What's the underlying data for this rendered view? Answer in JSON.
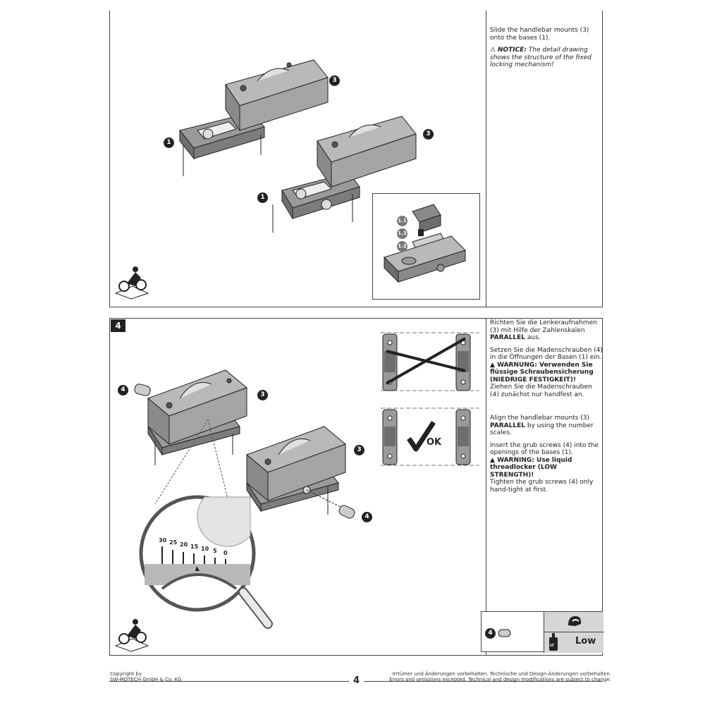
{
  "step3": {
    "text": {
      "line1": "Slide the handlebar mounts (3) onto the bases (1).",
      "notice_label": "NOTICE:",
      "notice_text": "The detail drawing shows the structure of the fixed locking mechanism!"
    },
    "callouts": {
      "c1": "1",
      "c3": "3",
      "c1b": "1",
      "c3b": "3",
      "d11": "1.1",
      "d13": "1.3",
      "d12": "1.2"
    }
  },
  "step4": {
    "number": "4",
    "de": {
      "p1_a": "Richten Sie die Lenkeraufnahmen (3) mit Hilfe der Zahlenskalen",
      "p1_b": "PARALLEL",
      "p1_c": "aus.",
      "p2": "Setzen Sie die Madenschrauben (4) in die Öffnungen der Basen (1) ein.",
      "warn": "WARNUNG: Verwenden Sie flüssige Schraubensicherung (NIEDRIGE FESTIGKEIT)!",
      "p3": "Ziehen Sie die Madenschrauben (4) zunächst nur handfest an."
    },
    "en": {
      "p1_a": "Align the handlebar mounts (3)",
      "p1_b": "PARALLEL",
      "p1_c": "by using the number scales.",
      "p2": "Insert the grub screws (4) into the openings of the bases (1).",
      "warn": "WARNING: Use liquid threadlocker (LOW STRENGTH)!",
      "p3": "Tighten the grub screws (4) only hand-tight at first."
    },
    "callouts": {
      "c4a": "4",
      "c3a": "3",
      "c3b": "3",
      "c4b": "4"
    },
    "ok_label": "OK",
    "scale": [
      "30",
      "25",
      "20",
      "15",
      "10",
      "5",
      "0"
    ],
    "torque": {
      "callout": "4",
      "strength": "Low",
      "lt_label": "LT"
    }
  },
  "footer": {
    "copyright_1": "Copyright by",
    "copyright_2": "SW-MOTECH GmbH & Co. KG",
    "page": "4",
    "disclaimer_de": "Irrtümer und Änderungen vorbehalten. Technische und Design-Änderungen vorbehalten.",
    "disclaimer_en": "Errors and omissions excepted. Technical and design modifications are subject to change."
  },
  "colors": {
    "ink": "#222222",
    "part_light": "#b9b9b9",
    "part_mid": "#9a9a9a",
    "part_dark": "#6e6e6e",
    "panel_grey": "#d6d6d6"
  }
}
